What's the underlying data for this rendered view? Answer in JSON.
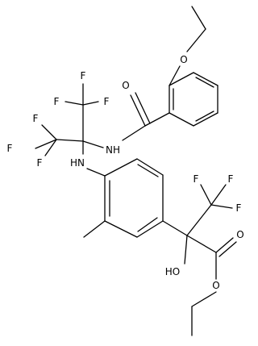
{
  "molecule": {
    "atoms": {
      "o_ether": "O",
      "o_amide": "O",
      "nh_amide": "NH",
      "nh_amine": "HN",
      "f_top_1": "F",
      "f_top_2": "F",
      "f_top_3": "F",
      "f_left_1": "F",
      "f_left_2": "F",
      "f_left_3": "F",
      "f_right_1": "F",
      "f_right_2": "F",
      "f_right_3": "F",
      "oh": "HO",
      "o_carbonyl": "O",
      "o_ester": "O"
    }
  }
}
